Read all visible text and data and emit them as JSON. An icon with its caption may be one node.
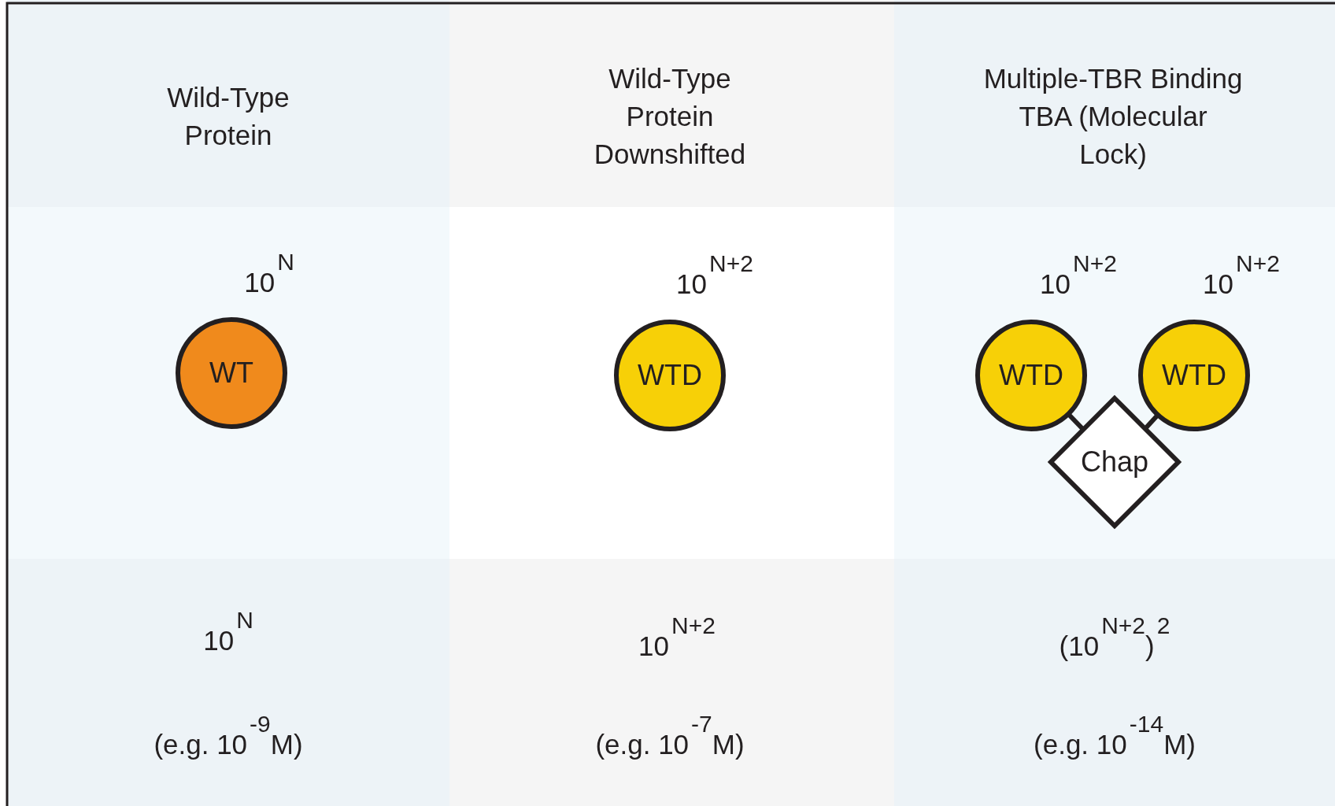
{
  "diagram": {
    "nodes": [
      {
        "text": [
          "WT"
        ],
        "beside": [
          "10$^{N}$"
        ]
      },
      {
        "text": [
          "WTD"
        ],
        "beside": [
          "10$^{N+2}$"
        ]
      },
      {
        "text": [
          "WTD"
        ],
        "beside": [
          "10$^{N+2}$"
        ]
      },
      {
        "text": [
          "WTD"
        ],
        "beside": [
          "10$^{N+2}$"
        ]
      },
      {
        "text": [
          "Chap"
        ]
      }
    ],
    "edges": [
      {
        "from": 2,
        "to": 4,
        "arrow": "none"
      },
      {
        "from": 3,
        "to": 4,
        "arrow": "none"
      }
    ],
    "labels": [
      "Wild-Type Protein",
      "Wild-Type Protein Downshifted",
      "Multiple-TBR Binding TBA (Molecular Lock)",
      "10$^{N}$",
      "10$^{N+2}$",
      "(10$^{N+2}$)$^{2}$",
      "(e.g. 10$^{-9}$M)",
      "(e.g. 10$^{-7}$M)",
      "(e.g. 10$^{-14}$M)"
    ]
  }
}
